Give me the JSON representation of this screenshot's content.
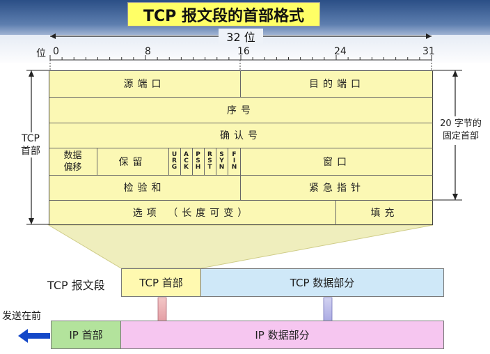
{
  "title": "TCP 报文段的首部格式",
  "ruler": {
    "width_label": "32 位",
    "unit_label": "位",
    "ticks": [
      "0",
      "8",
      "16",
      "24",
      "31"
    ]
  },
  "header": {
    "source_port": "源端口",
    "dest_port": "目的端口",
    "seq": "序号",
    "ack": "确认号",
    "data_offset_line1": "数据",
    "data_offset_line2": "偏移",
    "reserved": "保留",
    "flags": [
      [
        "U",
        "R",
        "G"
      ],
      [
        "A",
        "C",
        "K"
      ],
      [
        "P",
        "S",
        "H"
      ],
      [
        "R",
        "S",
        "T"
      ],
      [
        "S",
        "Y",
        "N"
      ],
      [
        "F",
        "I",
        "N"
      ]
    ],
    "window": "窗口",
    "checksum": "检验和",
    "urgent": "紧急指针",
    "options": "选项 （长度可变）",
    "padding": "填充"
  },
  "side": {
    "left_line1": "TCP",
    "left_line2": "首部",
    "right_line1": "20 字节的",
    "right_line2": "固定首部"
  },
  "segment": {
    "label": "TCP 报文段",
    "tcp_header": "TCP 首部",
    "tcp_data": "TCP 数据部分"
  },
  "ip": {
    "send_first": "发送在前",
    "ip_header": "IP 首部",
    "ip_data": "IP 数据部分"
  },
  "colors": {
    "header_fill": "#fbf8b4",
    "tcp_header_fill": "#fff9b0",
    "tcp_data_fill": "#cfe8f8",
    "ip_header_fill": "#b3e39c",
    "ip_data_fill": "#f6c6f0",
    "arrow_blue": "#1448c8"
  }
}
